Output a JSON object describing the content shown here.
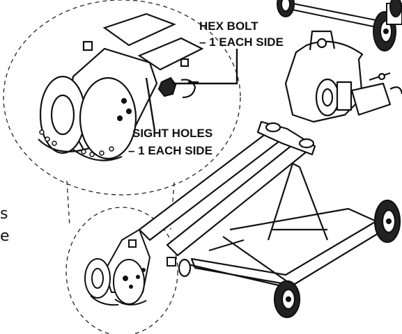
{
  "callouts": {
    "hex_bolt_line1": "HEX BOLT",
    "hex_bolt_line2": "– 1 EACH SIDE",
    "sight_holes_line1": "SIGHT HOLES",
    "sight_holes_line2": "– 1 EACH SIDE"
  },
  "edge_text": {
    "line1": "s",
    "line2": "e"
  }
}
